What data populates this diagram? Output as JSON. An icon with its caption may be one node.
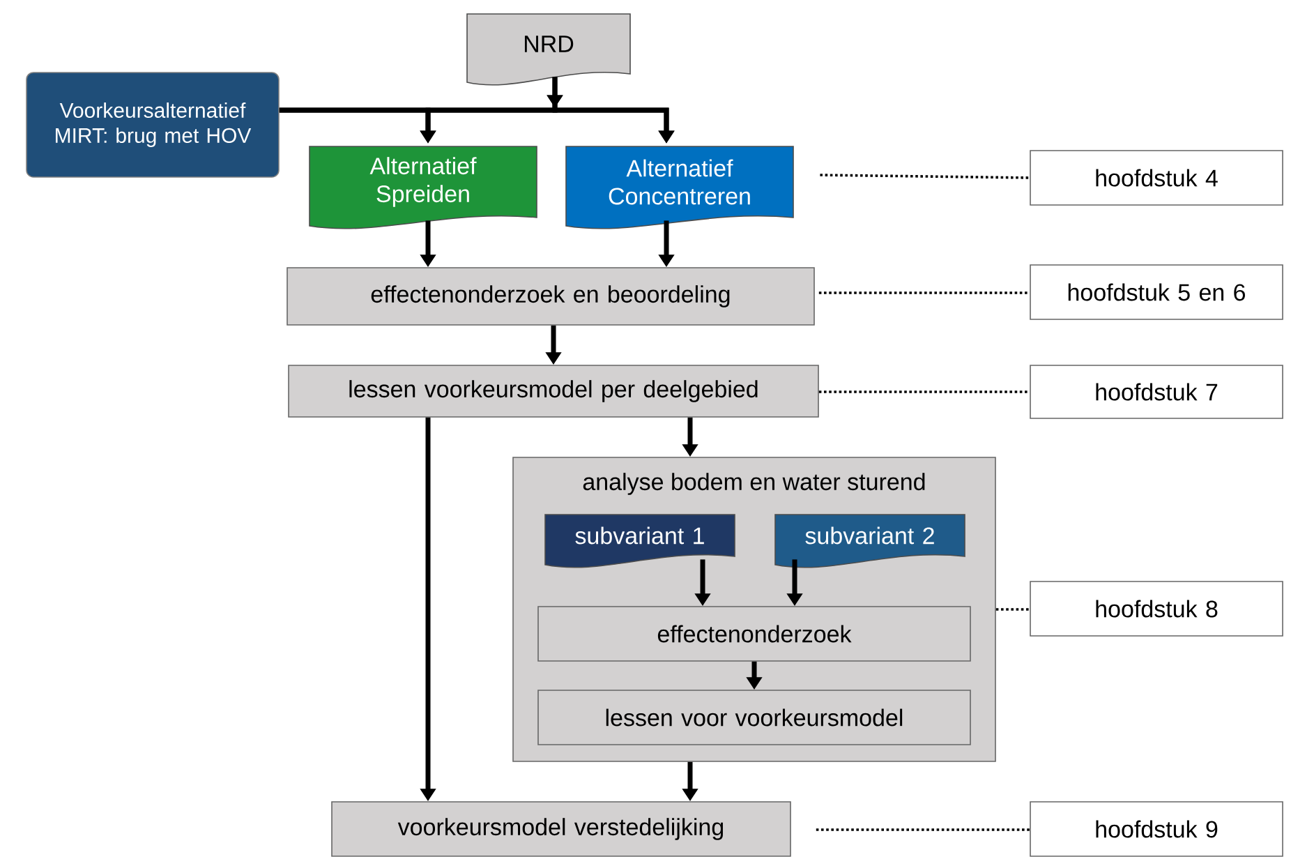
{
  "diagram": {
    "nodes": [
      {
        "text": [
          "NRD"
        ]
      },
      {
        "text": [
          "Voorkeursalternatief MIRT: brug met HOV"
        ]
      },
      {
        "text": [
          "Alternatief Spreiden"
        ]
      },
      {
        "text": [
          "Alternatief Concentreren"
        ]
      },
      {
        "text": [
          "hoofdstuk 4"
        ]
      },
      {
        "text": [
          "effectenonderzoek en beoordeling"
        ]
      },
      {
        "text": [
          "hoofdstuk 5 en 6"
        ]
      },
      {
        "text": [
          "lessen voorkeursmodel per deelgebied"
        ]
      },
      {
        "text": [
          "hoofdstuk 7"
        ]
      },
      {
        "text": [
          "analyse bodem en water sturend"
        ]
      },
      {
        "text": [
          "subvariant 1"
        ],
        "in": 9
      },
      {
        "text": [
          "subvariant 2"
        ],
        "in": 9
      },
      {
        "text": [
          "effectenonderzoek"
        ],
        "in": 9
      },
      {
        "text": [
          "lessen voor voorkeursmodel"
        ],
        "in": 9
      },
      {
        "text": [
          "hoofdstuk 8"
        ]
      },
      {
        "text": [
          "voorkeursmodel verstedelijking"
        ]
      },
      {
        "text": [
          "hoofdstuk 9"
        ]
      }
    ],
    "edges": [
      {
        "from": 0,
        "to": 2,
        "arrow": "to"
      },
      {
        "from": 0,
        "to": 3,
        "arrow": "to"
      },
      {
        "from": 1,
        "to": 2,
        "arrow": "to"
      },
      {
        "from": 1,
        "to": 3,
        "arrow": "to"
      },
      {
        "from": 3,
        "to": 4,
        "arrow": "none",
        "style": "dashed"
      },
      {
        "from": 2,
        "to": 5,
        "arrow": "to"
      },
      {
        "from": 3,
        "to": 5,
        "arrow": "to"
      },
      {
        "from": 5,
        "to": 6,
        "arrow": "none",
        "style": "dashed"
      },
      {
        "from": 5,
        "to": 7,
        "arrow": "to"
      },
      {
        "from": 7,
        "to": 8,
        "arrow": "none",
        "style": "dashed"
      },
      {
        "from": 7,
        "to": 9,
        "arrow": "to"
      },
      {
        "from": 7,
        "to": 15,
        "arrow": "to"
      },
      {
        "from": 10,
        "to": 12,
        "arrow": "to"
      },
      {
        "from": 11,
        "to": 12,
        "arrow": "to"
      },
      {
        "from": 12,
        "to": 13,
        "arrow": "to"
      },
      {
        "from": 9,
        "to": 14,
        "arrow": "none",
        "style": "dashed"
      },
      {
        "from": 9,
        "to": 15,
        "arrow": "to"
      },
      {
        "from": 15,
        "to": 16,
        "arrow": "none",
        "style": "dashed"
      }
    ]
  }
}
